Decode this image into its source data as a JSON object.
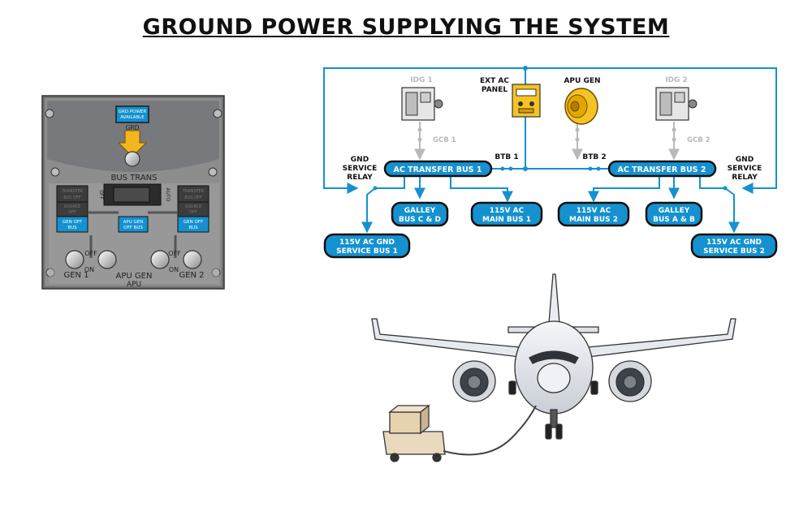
{
  "title": "GROUND POWER SUPPLYING THE SYSTEM",
  "colors": {
    "bus": "#1591cf",
    "wire": "#1591cf",
    "inactive": "#b9b9b9",
    "panel": "#9a9a9a",
    "panel_dark": "#6d6d6d"
  },
  "panel": {
    "grd_power_available": [
      "GRD POWER",
      "AVAILABLE"
    ],
    "grd_label": "GRD",
    "bus_trans": "BUS TRANS",
    "off": "OFF",
    "auto": "AUTO",
    "transfer_bus_off": [
      "TRANSFER",
      "BUS OFF"
    ],
    "source_off": [
      "SOURCE",
      "OFF"
    ],
    "gen_off_bus": [
      "GEN OFF",
      "BUS"
    ],
    "apu_gen_off_bus": [
      "APU GEN",
      "OFF BUS"
    ],
    "switch_off": "OFF",
    "switch_on": "ON",
    "gen1": "GEN 1",
    "gen2": "GEN 2",
    "apu_gen": "APU GEN",
    "apu": "APU"
  },
  "diagram": {
    "idg1": "IDG 1",
    "idg2": "IDG 2",
    "ext_ac_panel": [
      "EXT AC",
      "PANEL"
    ],
    "apu_gen": "APU GEN",
    "gcb1": "GCB 1",
    "gcb2": "GCB 2",
    "btb1": "BTB 1",
    "btb2": "BTB 2",
    "gnd_service_relay": [
      "GND",
      "SERVICE",
      "RELAY"
    ],
    "ac_transfer_bus_1": "AC TRANSFER BUS 1",
    "ac_transfer_bus_2": "AC TRANSFER BUS 2",
    "galley_cd": [
      "GALLEY",
      "BUS C & D"
    ],
    "main_bus_1": [
      "115V AC",
      "MAIN BUS 1"
    ],
    "main_bus_2": [
      "115V AC",
      "MAIN BUS 2"
    ],
    "galley_ab": [
      "GALLEY",
      "BUS A & B"
    ],
    "gnd_service_bus_1": [
      "115V AC GND",
      "SERVICE BUS 1"
    ],
    "gnd_service_bus_2": [
      "115V AC GND",
      "SERVICE BUS 2"
    ]
  }
}
